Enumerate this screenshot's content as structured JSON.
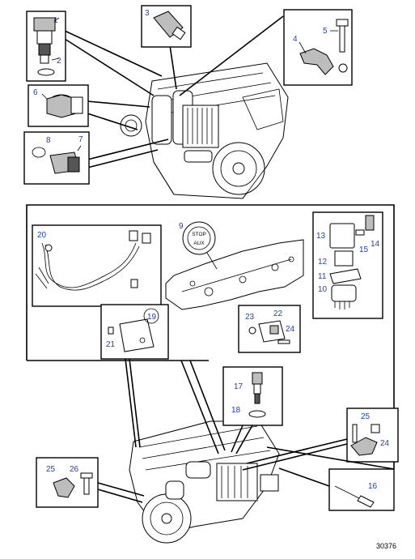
{
  "diagram": {
    "reference_number": "30376",
    "callouts": [
      "1",
      "2",
      "3",
      "4",
      "5",
      "6",
      "7",
      "8",
      "9",
      "10",
      "11",
      "12",
      "13",
      "14",
      "15",
      "16",
      "17",
      "18",
      "19",
      "20",
      "21",
      "22",
      "23",
      "24",
      "25",
      "26"
    ],
    "stop_button_text": [
      "STOP",
      "AUX"
    ],
    "colors": {
      "callout_text": "#1f3fb8",
      "line": "#000000",
      "shade": "#bdbdbd"
    }
  }
}
